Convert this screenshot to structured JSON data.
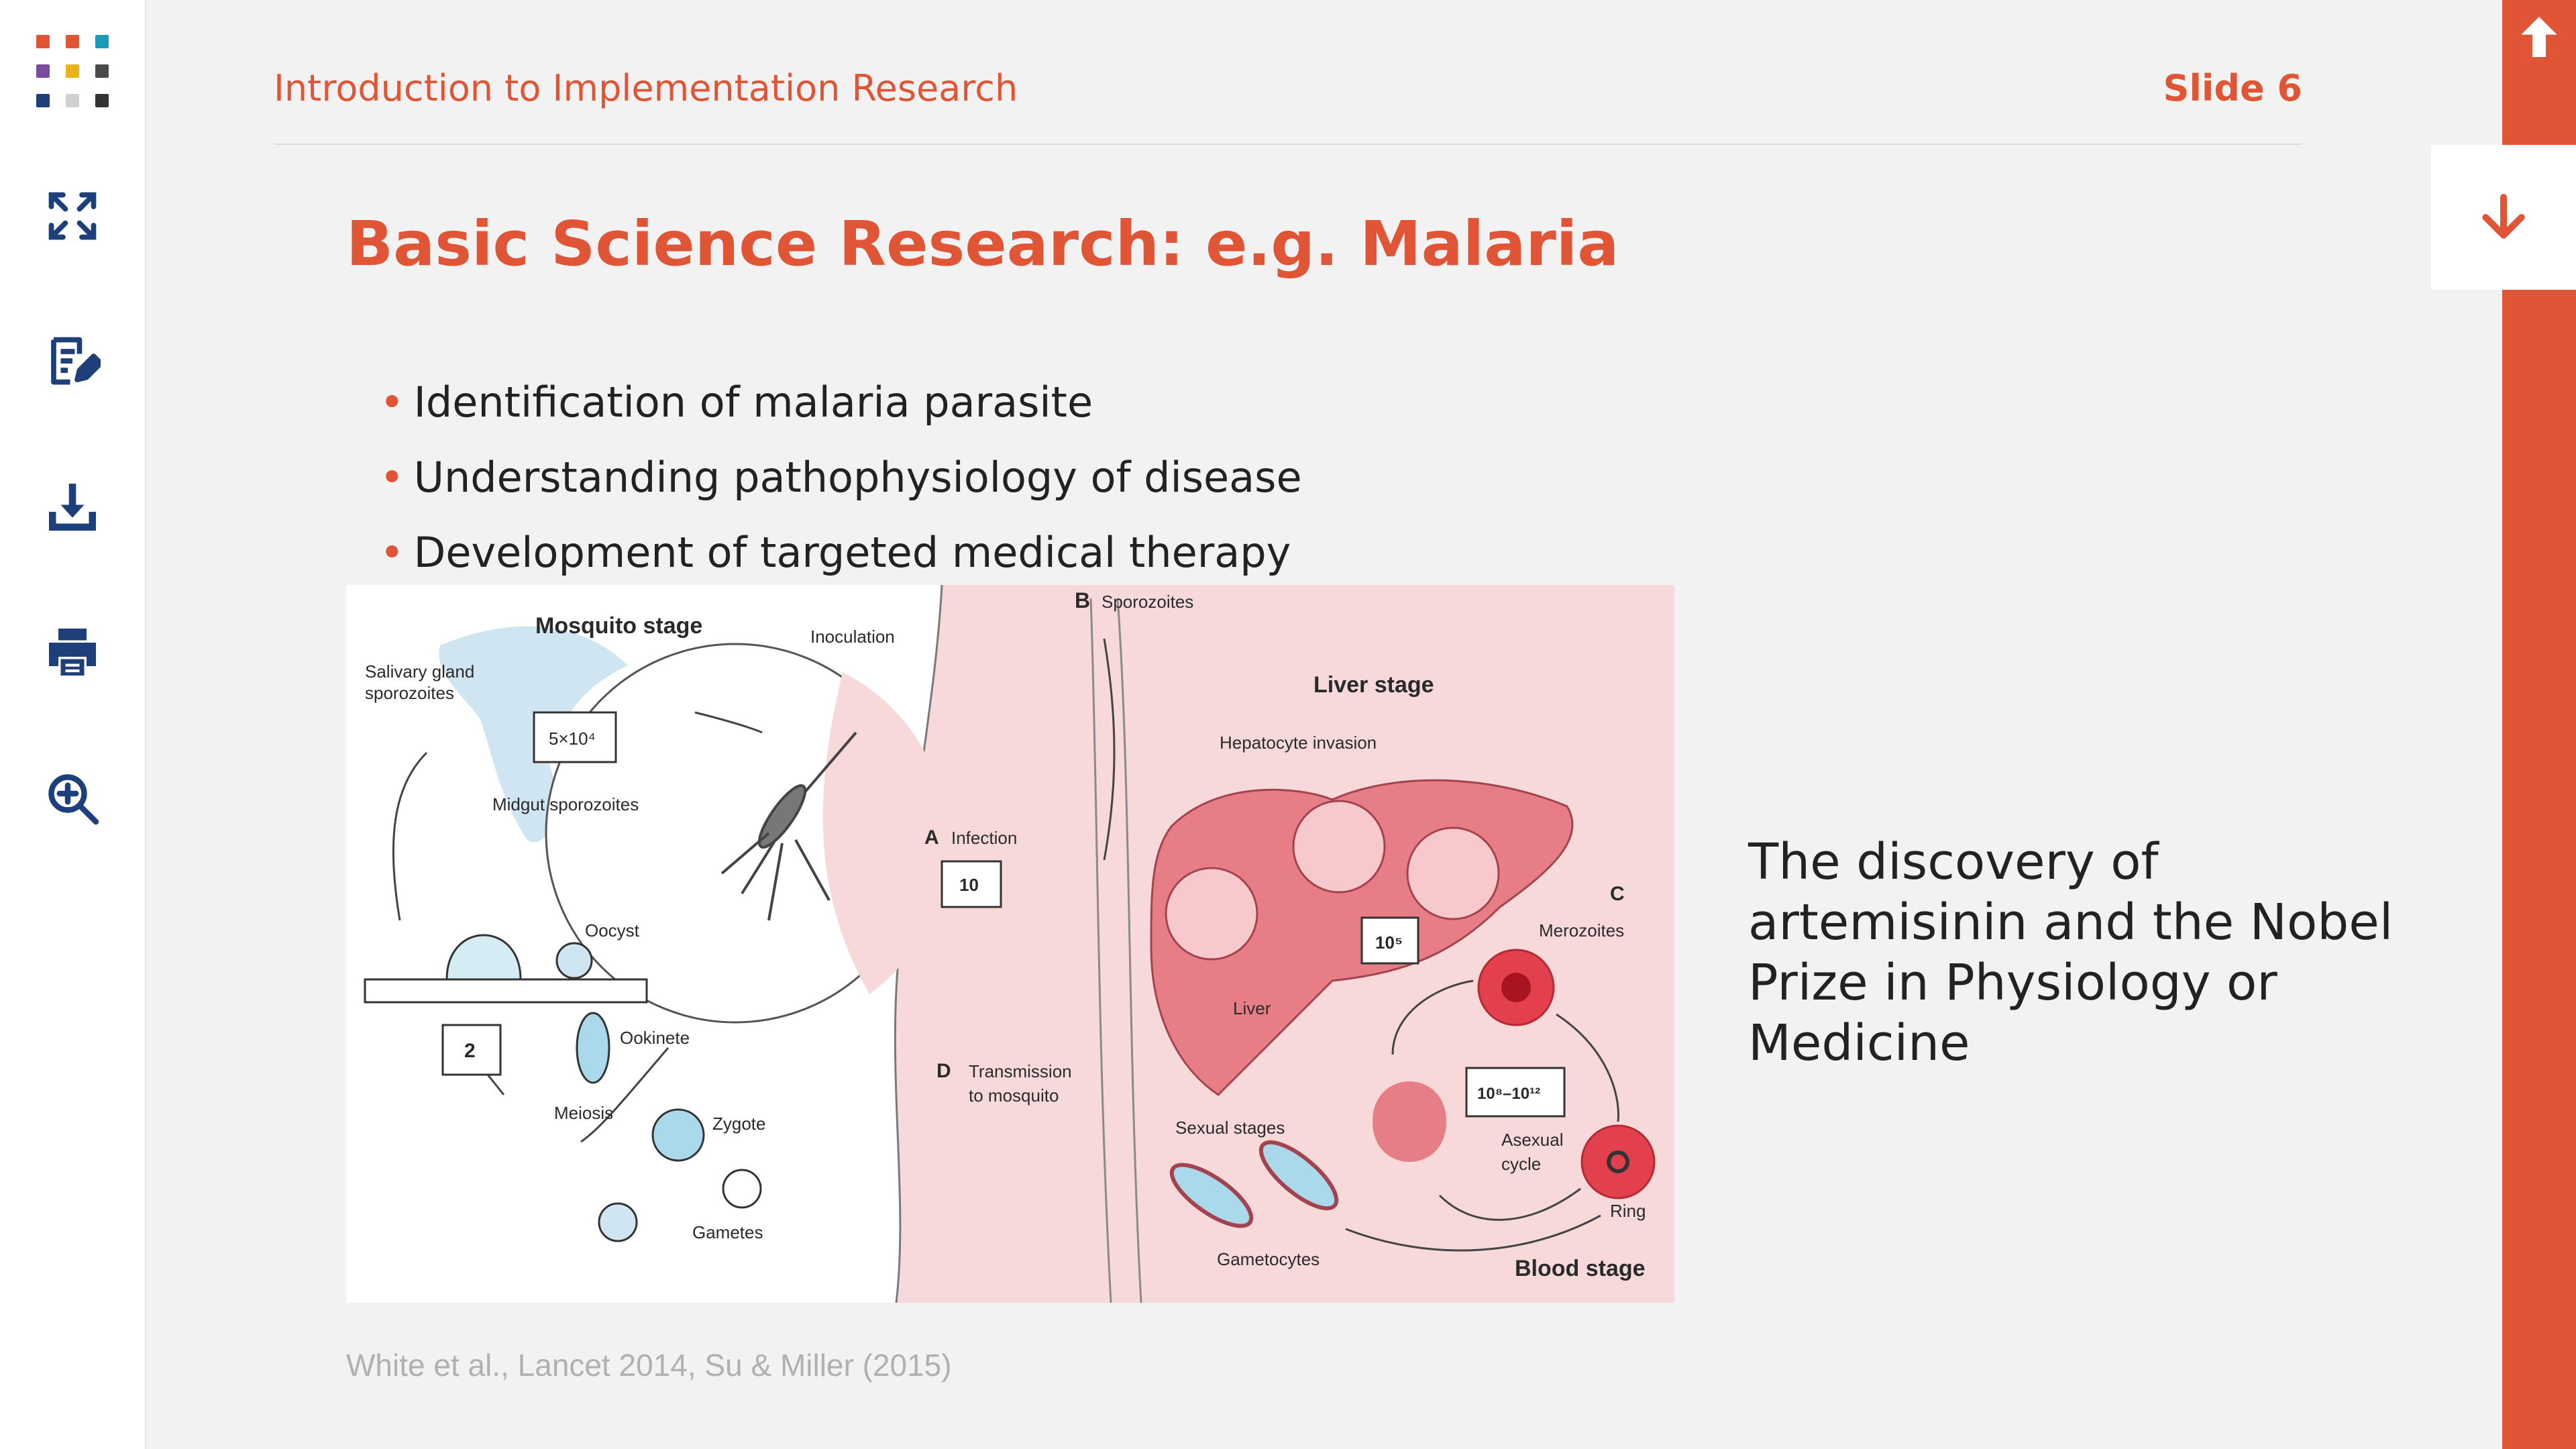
{
  "app": {
    "logo_colors": [
      "#e05536",
      "#e05536",
      "#1b9bb5",
      "#7a4d9c",
      "#e9b31c",
      "#4a4a4a",
      "#1d3f7a",
      "#d0d0d0",
      "#333333"
    ],
    "brand_color": "#e05536",
    "icon_color": "#1d3f7a"
  },
  "toolbar": {
    "items": [
      {
        "icon": "fullscreen-icon"
      },
      {
        "icon": "notes-icon"
      },
      {
        "icon": "download-icon"
      },
      {
        "icon": "print-icon"
      },
      {
        "icon": "zoom-in-icon"
      }
    ]
  },
  "navigation": {
    "up_icon": "arrow-up-icon",
    "down_icon": "arrow-down-icon"
  },
  "slide": {
    "course_title": "Introduction to Implementation Research",
    "slide_number": "Slide 6",
    "title": "Basic Science Research: e.g. Malaria",
    "bullets": [
      "Identification of malaria parasite",
      "Understanding pathophysiology of disease",
      "Development of targeted medical therapy"
    ],
    "side_text": "The discovery of artemisinin and the Nobel Prize in Physiology or Medicine",
    "citation": "White et al., Lancet 2014, Su & Miller (2015)"
  },
  "figure": {
    "labels": {
      "mosquito_stage": "Mosquito stage",
      "salivary": "Salivary gland",
      "sporozoites_small": "sporozoites",
      "count_5x10_4": "5×10⁴",
      "midgut": "Midgut sporozoites",
      "inoculation": "Inoculation",
      "b_label": "B",
      "sporozoites": "Sporozoites",
      "liver_stage": "Liver stage",
      "hepatocyte": "Hepatocyte invasion",
      "a_label": "A",
      "infection": "Infection",
      "count_10": "10",
      "oocyst": "Oocyst",
      "count_2": "2",
      "ookinete": "Ookinete",
      "meiosis": "Meiosis",
      "zygote": "Zygote",
      "gametes": "Gametes",
      "d_label": "D",
      "transmission": "Transmission",
      "to_mosquito": "to mosquito",
      "c_label": "C",
      "merozoites": "Merozoites",
      "count_10_5": "10⁵",
      "liver": "Liver",
      "count_10_8_12": "10⁸–10¹²",
      "asexual": "Asexual",
      "cycle": "cycle",
      "sexual_stages": "Sexual stages",
      "gametocytes": "Gametocytes",
      "ring": "Ring",
      "blood_stage": "Blood stage"
    }
  }
}
